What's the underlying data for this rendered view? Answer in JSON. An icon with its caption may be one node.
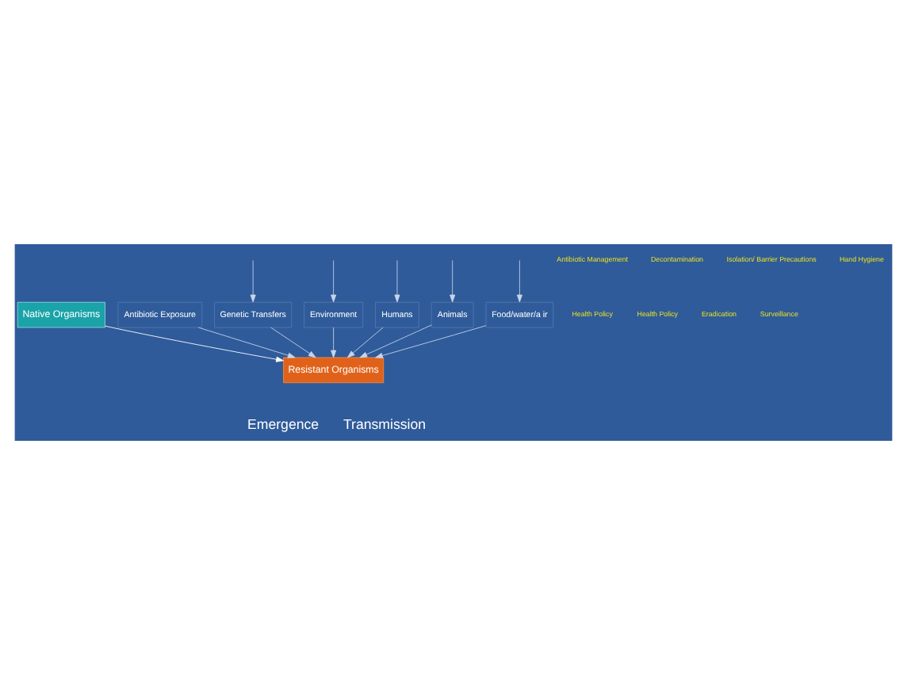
{
  "diagram": {
    "nodes": [
      {
        "text": [
          "Native Organisms"
        ]
      },
      {
        "text": [
          "Antibiotic Exposure"
        ]
      },
      {
        "text": [
          "Genetic Transfers"
        ]
      },
      {
        "text": [
          "Environment"
        ]
      },
      {
        "text": [
          "Humans"
        ]
      },
      {
        "text": [
          "Animals"
        ]
      },
      {
        "text": [
          "Food/water/a ir"
        ]
      },
      {
        "text": [
          "Resistant Organisms"
        ]
      }
    ],
    "edges": [
      {
        "from": 0,
        "to": 7,
        "arrow": "to",
        "color": "#ffffff"
      },
      {
        "from": 1,
        "to": 7,
        "arrow": "to"
      },
      {
        "from": 2,
        "to": 7,
        "arrow": "to"
      },
      {
        "from": 3,
        "to": 7,
        "arrow": "to"
      },
      {
        "from": 4,
        "to": 7,
        "arrow": "to"
      },
      {
        "from": 5,
        "to": 7,
        "arrow": "to"
      },
      {
        "from": 6,
        "to": 7,
        "arrow": "to"
      },
      {
        "from": null,
        "to": 2,
        "arrow": "to"
      },
      {
        "from": null,
        "to": 3,
        "arrow": "to"
      },
      {
        "from": null,
        "to": 4,
        "arrow": "to"
      },
      {
        "from": null,
        "to": 5,
        "arrow": "to"
      },
      {
        "from": null,
        "to": 6,
        "arrow": "to"
      }
    ],
    "labels": [
      "Antibiotic Management",
      "Decontamination",
      "Isolation/ Barrier Precautions",
      "Hand Hygiene",
      "Health Policy",
      "Health Policy",
      "Eradication",
      "Surveillance",
      "Emergence",
      "Transmission"
    ]
  }
}
